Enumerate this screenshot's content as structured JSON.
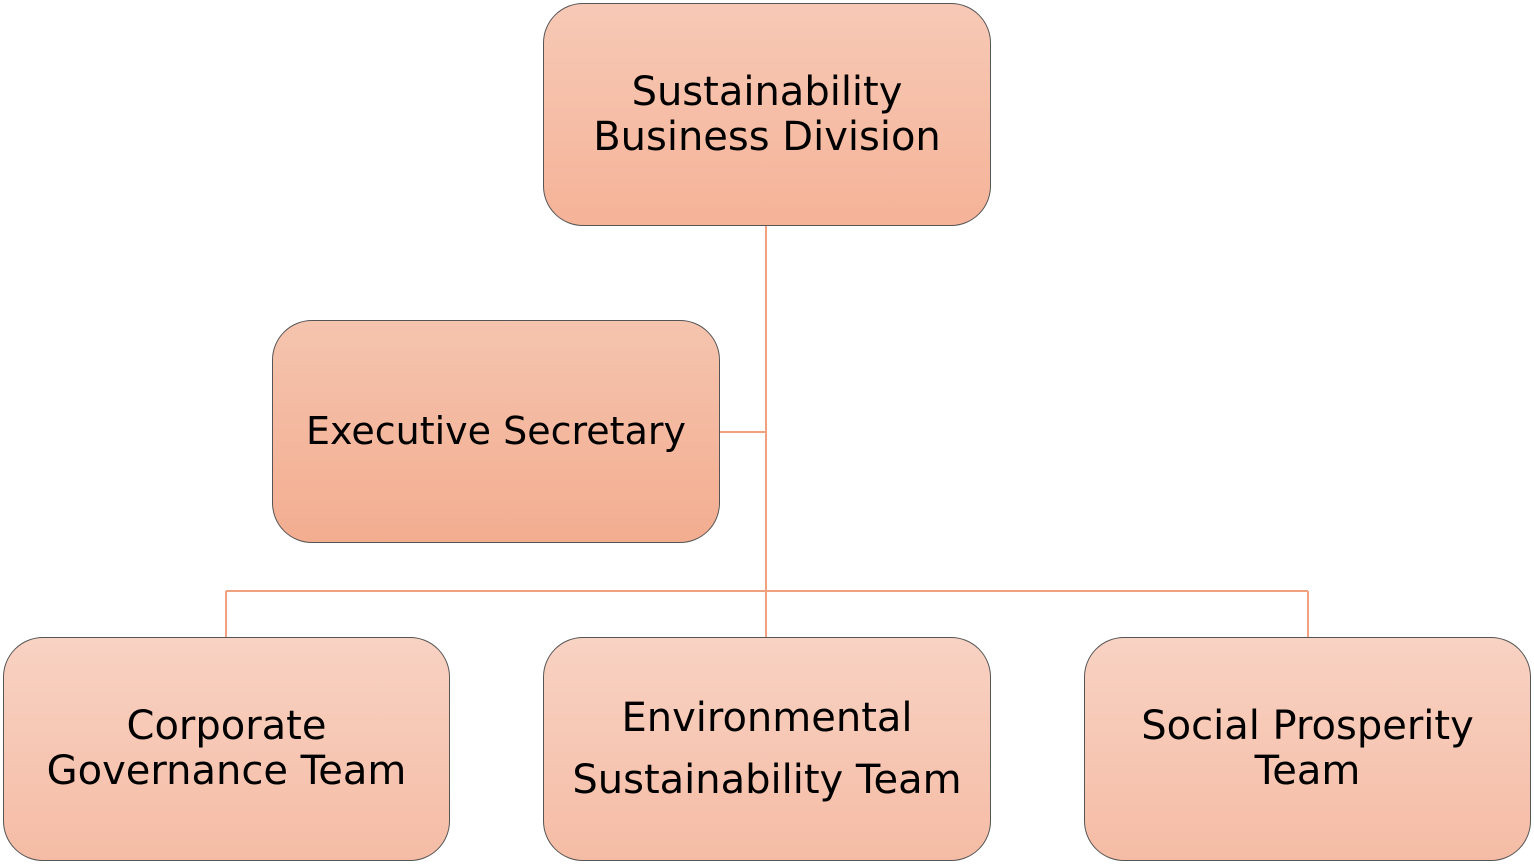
{
  "diagram": {
    "connector_color": "#f0a17f",
    "box_fill": "#f6bca4",
    "box_border": "#555555",
    "root": {
      "line1": "Sustainability",
      "line2": "Business Division"
    },
    "assistant": {
      "label": "Executive Secretary"
    },
    "teams": [
      {
        "line1": "Corporate",
        "line2": "Governance Team"
      },
      {
        "line1": "Environmental",
        "line2": "Sustainability Team"
      },
      {
        "line1": "Social Prosperity",
        "line2": "Team"
      }
    ]
  }
}
